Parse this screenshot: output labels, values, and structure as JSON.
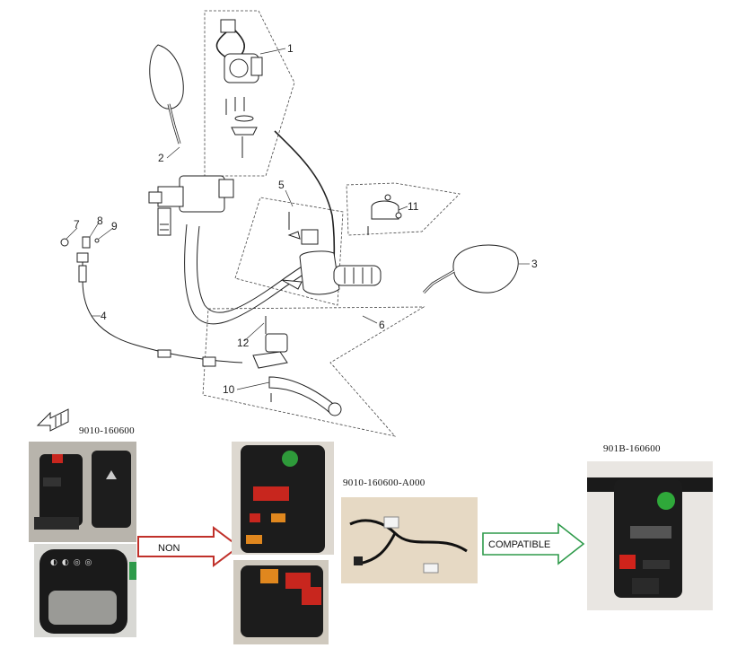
{
  "parts": [
    {
      "num": "1"
    },
    {
      "num": "2"
    },
    {
      "num": "3"
    },
    {
      "num": "4"
    },
    {
      "num": "5"
    },
    {
      "num": "6"
    },
    {
      "num": "7"
    },
    {
      "num": "8"
    },
    {
      "num": "9"
    },
    {
      "num": "10"
    },
    {
      "num": "11"
    },
    {
      "num": "12"
    }
  ],
  "codes": {
    "left_switch": "9010-160600",
    "harness": "9010-160600-A000",
    "right_switch": "901B-160600"
  },
  "arrows": {
    "non": "NON",
    "compatible": "COMPATIBLE"
  },
  "colors": {
    "non_arrow": "#c0302a",
    "compatible_arrow": "#2e9a4a"
  },
  "icons": {
    "view": "view-direction-icon"
  }
}
